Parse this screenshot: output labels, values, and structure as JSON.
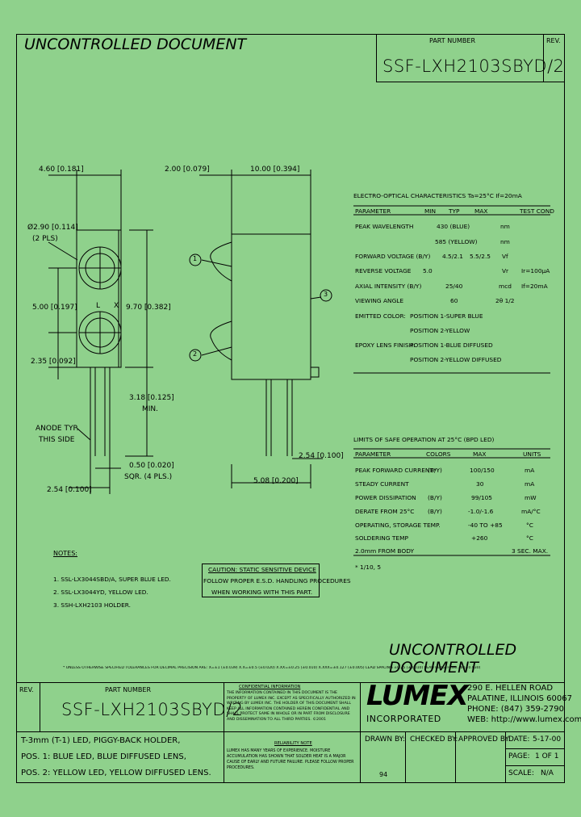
{
  "header": {
    "uncontrolled_top": "UNCONTROLLED DOCUMENT",
    "part_number_label": "PART NUMBER",
    "rev_label": "REV.",
    "part_number": "SSF-LXH2103SBYD/2"
  },
  "dims": {
    "d460": "4.60 [0.181]",
    "d200": "2.00 [0.079]",
    "d1000": "10.00 [0.394]",
    "d290": "Ø2.90 [0.114]",
    "d290b": "(2 PLS)",
    "d500": "5.00 [0.197]",
    "d970": "9.70 [0.382]",
    "d235": "2.35 [0.092]",
    "d318": "3.18 [0.125]",
    "d318b": "MIN.",
    "anode": "ANODE TYP.",
    "anode2": "THIS SIDE",
    "d254r": "2.54 [0.100]",
    "d050": "0.50 [0.020]",
    "d050b": "SQR. (4 PLS.)",
    "d254": "2.54 [0.100]",
    "d508": "5.08 [0.200]",
    "L": "L",
    "X": "X",
    "c1": "1",
    "c2": "2",
    "c3": "3"
  },
  "eo": {
    "title": "ELECTRO-OPTICAL CHARACTERISTICS Ta=25°C    If=20mA",
    "headers": [
      "PARAMETER",
      "MIN",
      "TYP",
      "MAX",
      "TEST COND"
    ],
    "rows": [
      [
        "PEAK WAVELENGTH",
        "",
        "430 (BLUE)",
        "nm",
        ""
      ],
      [
        "",
        "",
        "585 (YELLOW)",
        "nm",
        ""
      ],
      [
        "FORWARD VOLTAGE (B/Y)",
        "",
        "4.5/2.1",
        "5.5/2.5",
        "Vf"
      ],
      [
        "REVERSE VOLTAGE",
        "5.0",
        "",
        "Vr",
        "Ir=100µA"
      ],
      [
        "AXIAL INTENSITY (B/Y)",
        "",
        "25/40",
        "mcd",
        "If=20mA"
      ],
      [
        "VIEWING ANGLE",
        "",
        "60",
        "2θ 1/2",
        ""
      ],
      [
        "EMITTED COLOR:",
        "POSITION 1-SUPER BLUE",
        "",
        "",
        ""
      ],
      [
        "",
        "POSITION 2-YELLOW",
        "",
        "",
        ""
      ],
      [
        "EPOXY LENS FINISH:",
        "POSITION 1-BLUE DIFFUSED",
        "",
        "",
        ""
      ],
      [
        "",
        "POSITION 2-YELLOW DIFFUSED",
        "",
        "",
        ""
      ]
    ]
  },
  "limits": {
    "title": "LIMITS OF SAFE OPERATION AT 25°C (BPD LED)",
    "headers": [
      "PARAMETER",
      "COLORS",
      "MAX",
      "UNITS"
    ],
    "rows": [
      [
        "PEAK FORWARD CURRENT*",
        "(B/Y)",
        "100/150",
        "mA"
      ],
      [
        "STEADY CURRENT",
        "",
        "30",
        "mA"
      ],
      [
        "POWER DISSIPATION",
        "(B/Y)",
        "99/105",
        "mW"
      ],
      [
        "DERATE FROM 25°C",
        "(B/Y)",
        "-1.0/-1.6",
        "mA/°C"
      ],
      [
        "OPERATING, STORAGE TEMP.",
        "",
        "-40 TO +85",
        "°C"
      ],
      [
        "SOLDERING TEMP",
        "",
        "+260",
        "°C"
      ],
      [
        "2.0mm FROM BODY",
        "",
        "",
        "3 SEC. MAX."
      ]
    ],
    "footnote": "* 1/10, 5"
  },
  "notes": {
    "title": "NOTES:",
    "items": [
      "1. SSL-LX3044SBD/A, SUPER BLUE LED.",
      "2. SSL-LX3044YD, YELLOW LED.",
      "3. SSH-LXH2103 HOLDER."
    ]
  },
  "caution": {
    "line1": "CAUTION: STATIC SENSITIVE DEVICE",
    "line2": "FOLLOW PROPER E.S.D. HANDLING PROCEDURES",
    "line3": "WHEN WORKING WITH THIS PART."
  },
  "uncontrolled_bottom": "UNCONTROLLED DOCUMENT",
  "tolerance_note": "* UNLESS OTHERWISE SPECIFIED TOLERANCES FOR DECIMAL PRECISION ARE: X=±1 (±0.039) X.X=±0.5 (±0.020) X.XX=±0.25 (±0.010) X.XXX=±0.127 (±0.005) LEAD SPACING ±0.25 (±0.010) LEAD LENGTH ±0.76 (±0.030)",
  "title_block": {
    "rev_label": "REV.",
    "part_number_label": "PART NUMBER",
    "part_number": "SSF-LXH2103SBYD/2",
    "conf_title": "CONFIDENTIAL INFORMATION",
    "conf_text": "THE INFORMATION CONTAINED IN THIS DOCUMENT IS THE PROPERTY OF LUMEX INC. EXCEPT AS SPECIFICALLY AUTHORIZED IN WRITING BY LUMEX INC. THE HOLDER OF THIS DOCUMENT SHALL KEEP ALL INFORMATION CONTAINED HEREIN CONFIDENTIAL AND SHALL PROTECT SAME IN WHOLE OR IN PART FROM DISCLOSURE AND DISSEMINATION TO ALL THIRD PARTIES. ©2001",
    "logo": "LUMEX",
    "logo_sub": "INCORPORATED",
    "address1": "290 E. HELLEN ROAD",
    "address2": "PALATINE, ILLINOIS  60067",
    "phone": "PHONE: (847) 359-2790",
    "web": "WEB: http://www.lumex.com",
    "desc1": "T-3mm (T-1) LED, PIGGY-BACK HOLDER,",
    "desc2": "POS. 1: BLUE LED, BLUE DIFFUSED LENS,",
    "desc3": "POS. 2: YELLOW LED, YELLOW DIFFUSED LENS.",
    "rel_title": "RELIABILITY NOTE",
    "rel_text": "LUMEX HAS MANY YEARS OF EXPERIENCE. MOISTURE ACCUMULATION HAS SHOWN THAT SOLDER HEAT IS A MAJOR CAUSE OF EARLY AND FUTURE FAILURE. PLEASE FOLLOW PROPER PROCEDURES.",
    "drawn_by_label": "DRAWN BY:",
    "drawn_by": "94",
    "checked_by_label": "CHECKED BY:",
    "approved_by_label": "APPROVED BY:",
    "date_label": "DATE:",
    "date": "5-17-00",
    "page_label": "PAGE:",
    "page": "1 OF 1",
    "scale_label": "SCALE:",
    "scale": "N/A"
  }
}
